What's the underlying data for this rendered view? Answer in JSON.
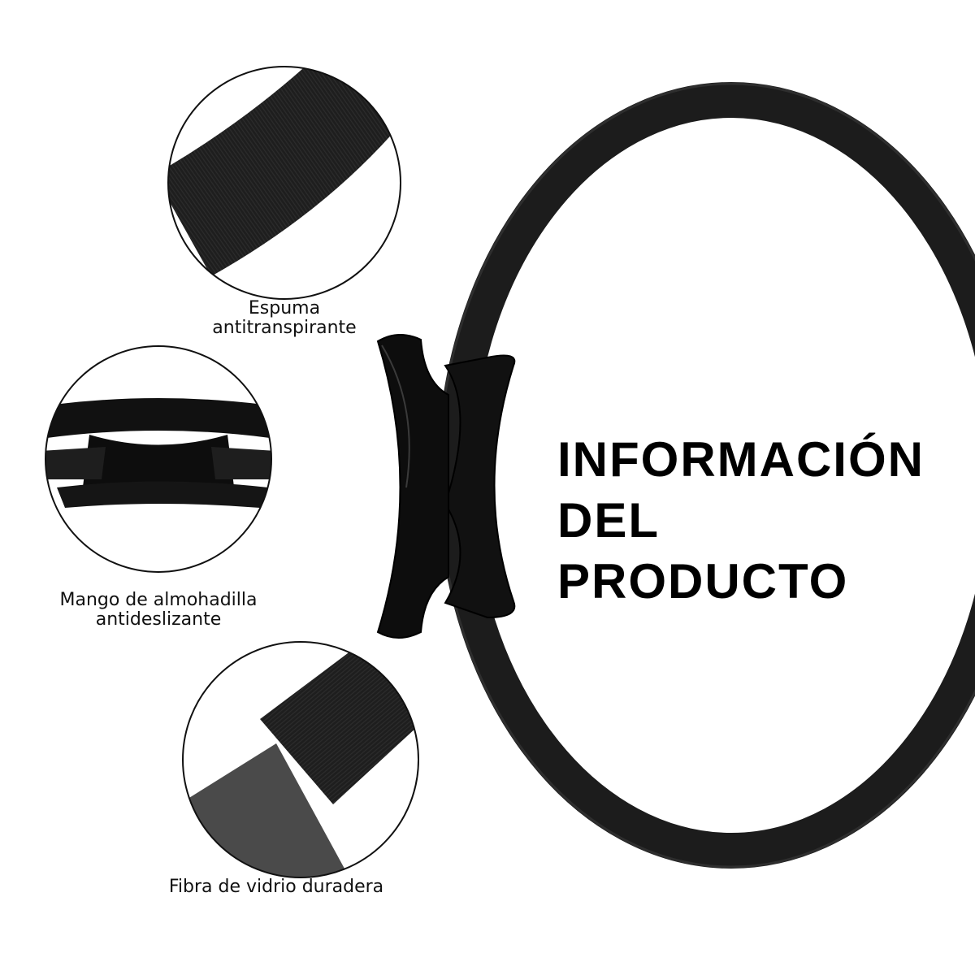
{
  "headline": {
    "lines": [
      "INFORMACIÓN",
      "DEL",
      "PRODUCTO"
    ]
  },
  "callouts": [
    {
      "line1": "Espuma",
      "line2": "antitranspirante"
    },
    {
      "line1": "Mango de almohadilla",
      "line2": "antideslizante"
    },
    {
      "line1": "Fibra de vidrio duradera",
      "line2": ""
    }
  ],
  "colors": {
    "background": "#ffffff",
    "ring": "#1c1c1c",
    "handle": "#0d0d0d",
    "fiberglass": "#4a4a4a",
    "text": "#111111"
  }
}
